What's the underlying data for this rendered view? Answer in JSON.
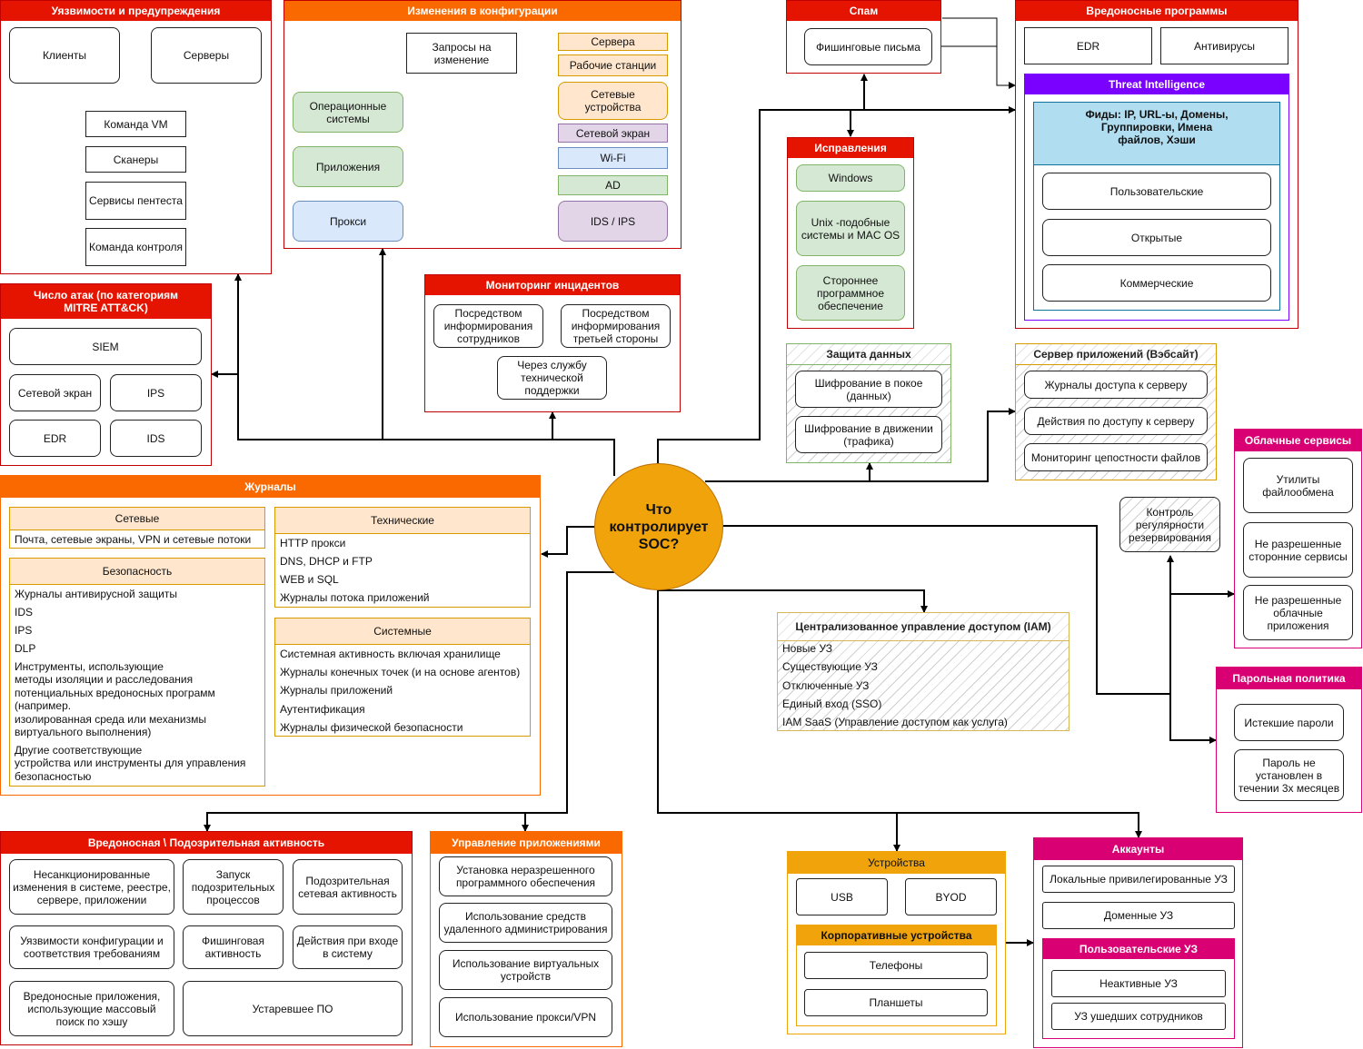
{
  "center": {
    "label": "Что контролирует SOC?"
  },
  "vuln": {
    "title": "Уязвимости и предупреждения",
    "clients": "Клиенты",
    "servers": "Серверы",
    "items": [
      "Команда VM",
      "Сканеры",
      "Сервисы пентеста",
      "Команда контроля"
    ]
  },
  "config": {
    "title": "Изменения в конфигурации",
    "requests": "Запросы на изменение",
    "sources": [
      "Операционные системы",
      "Приложения",
      "Прокси"
    ],
    "targets": [
      "Сервера",
      "Рабочие станции",
      "Сетевые устройства",
      "Сетевой экран",
      "Wi-Fi",
      "AD",
      "IDS / IPS"
    ]
  },
  "spam": {
    "title": "Спам",
    "item": "Фишинговые письма"
  },
  "malware": {
    "title": "Вредоносные программы",
    "edr": "EDR",
    "av": "Антивирусы"
  },
  "ti": {
    "title": "Threat Intelligence",
    "feeds": "Фиды: IP, URL-ы, Домены, Группировки, Имена файлов, Хэши",
    "items": [
      "Пользовательские",
      "Открытые",
      "Коммерческие"
    ]
  },
  "attacks": {
    "title": "Число атак (по категориям MITRE ATT&CK)",
    "siem": "SIEM",
    "fw": "Сетевой экран",
    "ips": "IPS",
    "edr": "EDR",
    "ids": "IDS"
  },
  "incident": {
    "title": "Мониторинг инцидентов",
    "items": [
      "Посредством информирования сотрудников",
      "Посредством информирования третьей стороны",
      "Через службу технической поддержки"
    ]
  },
  "patch": {
    "title": "Исправления",
    "items": [
      "Windows",
      "Unix -подобные системы и MAC OS",
      "Стороннее программное обеспечение"
    ]
  },
  "dataprot": {
    "title": "Защита данных",
    "items": [
      "Шифрование в покое (данных)",
      "Шифрование в движении (трафика)"
    ]
  },
  "appserver": {
    "title": "Сервер приложений (Вэбсайт)",
    "items": [
      "Журналы доступа к серверу",
      "Действия по доступу к серверу",
      "Мониторинг цепостности файлов"
    ]
  },
  "cloud": {
    "title": "Облачные сервисы",
    "items": [
      "Утилиты файлообмена",
      "Не разрешенные сторонние сервисы",
      "Не разрешенные облачные приложения"
    ]
  },
  "backup": {
    "label": "Контроль регулярности резервирования"
  },
  "logs": {
    "title": "Журналы",
    "network": {
      "head": "Сетевые",
      "line": "Почта, сетевые экраны, VPN и сетевые потоки"
    },
    "security": {
      "head": "Безопасность",
      "lines": [
        "Журналы антивирусной защиты",
        "IDS",
        "IPS",
        "DLP",
        "Инструменты, использующие",
        "методы изоляции и расследования",
        "потенциальных вредоносных программ",
        "(например.",
        "изолированная среда или механизмы",
        "виртуального выполнения)",
        "Другие соответствующие",
        "устройства или инструменты для управления",
        "безопасностью"
      ]
    },
    "technical": {
      "head": "Технические",
      "lines": [
        "HTTP прокси",
        "DNS, DHCP и FTP",
        "WEB и SQL",
        "Журналы потока приложений"
      ]
    },
    "system": {
      "head": "Системные",
      "lines": [
        "Системная активность включая хранилище",
        "Журналы конечных точек (и на основе агентов)",
        "Журналы приложений",
        "Аутентификация",
        "Журналы физической безопасности"
      ]
    }
  },
  "iam": {
    "title": "Централизованное управление доступом (IAM)",
    "lines": [
      "Новые УЗ",
      "Существующие УЗ",
      "Отключенные УЗ",
      "Единый вход (SSO)",
      "IAM SaaS (Управление доступом как услуга)"
    ]
  },
  "password": {
    "title": "Парольная политика",
    "items": [
      "Истекшие пароли",
      "Пароль не установлен в течении 3х месяцев"
    ]
  },
  "malicious": {
    "title": "Вредоносная \\ Подозрительная активность",
    "items": [
      "Несанкционированные изменения в системе, реестре, сервере, приложении",
      "Запуск подозрительных процессов",
      "Подозрительная сетевая активность",
      "Уязвимости конфигурации и соответствия требованиям",
      "Фишинговая активность",
      "Действия при входе в систему",
      "Вредоносные приложения, использующие массовый поиск по хэшу",
      "Устаревшее ПО"
    ]
  },
  "appmgmt": {
    "title": "Управление приложениями",
    "items": [
      "Установка неразрешенного программного обеспечения",
      "Использование средств удаленного администрирования",
      "Использование виртуальных устройств",
      "Использование прокси/VPN"
    ]
  },
  "devices": {
    "title": "Устройства",
    "usb": "USB",
    "byod": "BYOD",
    "corp_title": "Корпоративные  устройства",
    "corp_items": [
      "Телефоны",
      "Планшеты"
    ]
  },
  "accounts": {
    "title": "Аккаунты",
    "items": [
      "Локальные привилегированные УЗ",
      "Доменные УЗ"
    ],
    "user_title": "Пользовательские УЗ",
    "user_items": [
      "Неактивные УЗ",
      "УЗ ушедших сотрудников"
    ]
  },
  "colors": {
    "red": "#e51400",
    "orange": "#fa6800",
    "amber": "#f0a30a",
    "purple": "#7a00ff",
    "pink": "#d80073",
    "center": "#f0a30a"
  }
}
